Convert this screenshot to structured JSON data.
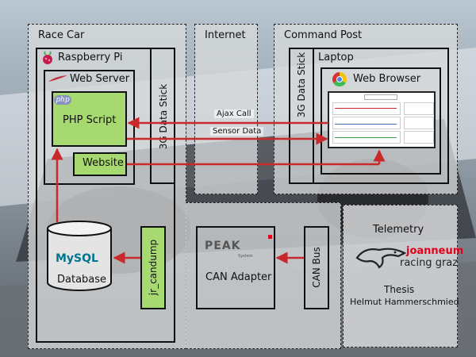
{
  "colors": {
    "arrow": "#c9292b",
    "green_box": "#a6d96f",
    "panel": "#d6d8da",
    "raspberry": "#c51a4a",
    "brand_red": "#e2001a"
  },
  "race_car": {
    "title": "Race Car",
    "raspberry_pi": {
      "title": "Raspberry Pi",
      "icon": "raspberry-pi-logo",
      "web_server": {
        "title": "Web Server",
        "icon": "apache-feather-icon",
        "php_badge": "php",
        "php_script": "PHP Script",
        "website": "Website"
      },
      "data_stick": "3G Data Stick",
      "database": {
        "label": "Database",
        "logo": "MySQL"
      },
      "candump": "jr_candump"
    },
    "can_adapter": {
      "label": "CAN Adapter",
      "logo_main": "PEAK",
      "logo_sub": "System"
    },
    "can_bus": "CAN Bus"
  },
  "internet": {
    "title": "Internet"
  },
  "command_post": {
    "title": "Command Post",
    "data_stick": "3G Data Stick",
    "laptop": {
      "title": "Laptop",
      "browser": {
        "title": "Web Browser",
        "icon": "chrome-icon"
      }
    }
  },
  "arrows": {
    "ajax_call": "Ajax Call",
    "sensor_data": "Sensor Data"
  },
  "telemetry": {
    "title": "Telemetry",
    "brand_line1": "joanneum",
    "brand_line2": "racing graz",
    "thesis": "Thesis",
    "author": "Helmut Hammerschmied"
  }
}
